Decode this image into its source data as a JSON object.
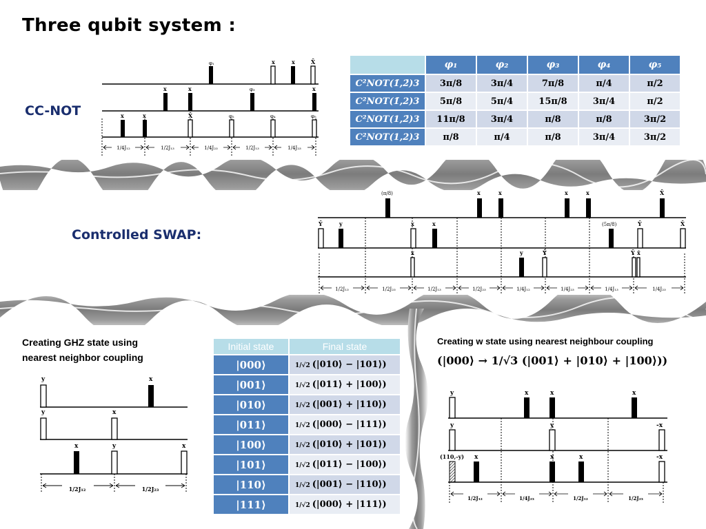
{
  "title": "Three qubit system :",
  "ccnot": {
    "label": "CC-NOT",
    "table_headers": [
      "",
      "𝝋₁",
      "𝝋₂",
      "𝝋₃",
      "𝝋₄",
      "𝝋₅"
    ],
    "table_rows": [
      {
        "label": "C²NOT(1̄,2̄)3",
        "values": [
          "3π/8",
          "3π/4",
          "7π/8",
          "π/4",
          "π/2"
        ]
      },
      {
        "label": "C²NOT(1̄,2)3",
        "values": [
          "5π/8",
          "5π/4",
          "15π/8",
          "3π/4",
          "π/2"
        ]
      },
      {
        "label": "C²NOT(1,2̄)3",
        "values": [
          "11π/8",
          "3π/4",
          "π/8",
          "π/8",
          "3π/2"
        ]
      },
      {
        "label": "C²NOT(1,2)3",
        "values": [
          "π/8",
          "π/4",
          "π/8",
          "3π/4",
          "3π/2"
        ]
      }
    ],
    "pulse_labels": [
      "φ₁",
      "x",
      "x",
      "X̄",
      "x",
      "x",
      "φ₃",
      "x",
      "x",
      "x",
      "X̄",
      "φ₂",
      "φ₄",
      "φ₅"
    ],
    "timings": [
      "1/4J₁₂",
      "1/2J₁₃",
      "1/4J₂₃",
      "1/2J₁₃",
      "1/4J₂₃"
    ]
  },
  "cswap": {
    "label": "Controlled SWAP:",
    "pulse_labels": [
      "(π/8)",
      "x",
      "x",
      "x",
      "x",
      "X̄",
      "Ȳ",
      "y",
      "x",
      "x",
      "(5π/8)",
      "Ȳ",
      "X̄",
      "x",
      "y",
      "Ȳ",
      "Ȳ",
      "x̄"
    ],
    "timings": [
      "1/2J₁₃",
      "1/2J₂₃",
      "1/2J₁₃",
      "1/2J₂₃",
      "1/4J₁₂",
      "1/4J₂₃",
      "1/4J₁₃",
      "1/4J₂₃"
    ]
  },
  "ghz": {
    "caption_line1": "Creating GHZ state using",
    "caption_line2": "nearest neighbor coupling",
    "pulse_labels": [
      "y",
      "x",
      "y",
      "x",
      "x",
      "y",
      "x"
    ],
    "timings": [
      "1/2J₁₂",
      "1/2J₂₃"
    ],
    "table_header_initial": "Initial state",
    "table_header_final": "Final state",
    "table_frac": "1/√2",
    "states": [
      {
        "initial": "|000⟩",
        "final": "(|010⟩ − |101⟩)"
      },
      {
        "initial": "|001⟩",
        "final": "(|011⟩ + |100⟩)"
      },
      {
        "initial": "|010⟩",
        "final": "(|001⟩ + |110⟩)"
      },
      {
        "initial": "|011⟩",
        "final": "(|000⟩ − |111⟩)"
      },
      {
        "initial": "|100⟩",
        "final": "(|010⟩ + |101⟩)"
      },
      {
        "initial": "|101⟩",
        "final": "(|011⟩ − |100⟩)"
      },
      {
        "initial": "|110⟩",
        "final": "(|001⟩ − |110⟩)"
      },
      {
        "initial": "|111⟩",
        "final": "(|000⟩ + |111⟩)"
      }
    ]
  },
  "wstate": {
    "caption": "Creating w state using nearest neighbour coupling",
    "formula": "(|000⟩ → 1/√3 (|001⟩ + |010⟩ + |100⟩))",
    "pulse_labels": [
      "y",
      "x",
      "x",
      "x",
      "y",
      "y",
      "-x",
      "(110,-y)",
      "x",
      "x",
      "x",
      "-x"
    ],
    "timings": [
      "1/2J₁₂",
      "1/4J₂₃",
      "1/2J₁₂",
      "1/2J₂₃"
    ]
  }
}
